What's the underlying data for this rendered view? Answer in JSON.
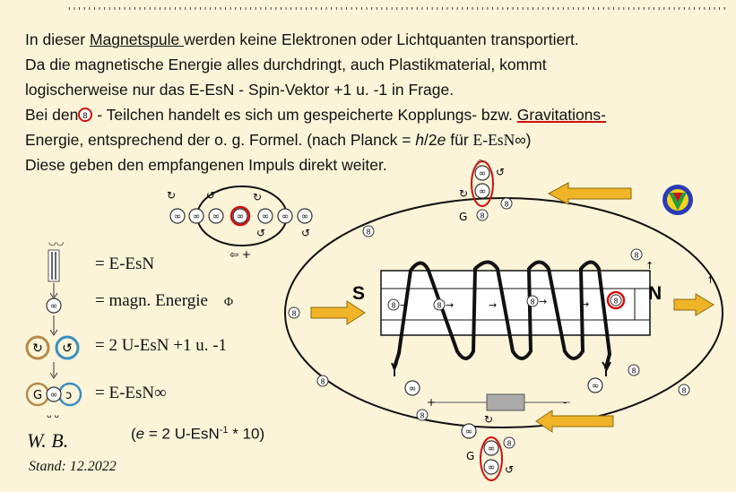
{
  "header_dots": "''''''''''''''''''''''''''''''''''''''''''''''''''''''''''''''''''''''''''''''''''''''''''''''''''''''''''''''''''''''''''''''''''''''''''''''''''''''''''''''''''''''''''''''''''''''''''''''''''''''''''''''''''''''''''''''''''''''''''''''''''''''''''''",
  "text": {
    "l1a": "In dieser ",
    "l1b": "Magnetspule ",
    "l1c": "werden keine Elektronen oder Lichtquanten transportiert.",
    "l2": "Da die magnetische Energie alles durchdringt, auch Plastikmaterial, kommt",
    "l3": "logischerweise nur das E-EsN - Spin-Vektor +1 u. -1 in Frage.",
    "l4a": "Bei den",
    "l4b": " - Teilchen handelt es sich um gespeicherte Kopplungs- bzw. ",
    "l4c": "Gravitations-",
    "l5a": "Energie, entsprechend der o. g. Formel. (nach Planck = ",
    "l5h": "h",
    "l5s": "/2",
    "l5e": "e",
    "l5f": " für ",
    "l5g": "E-EsN",
    "l5i": "∞)",
    "l6": "Diese geben den empfangenen Impuls direkt weiter."
  },
  "legend": {
    "row1": "=  E-EsN",
    "row2": "= magn. Energie",
    "row2_symbol": "Φ",
    "row3": "= 2 U-EsN +1 u. -1",
    "row4": "= E-EsN∞"
  },
  "coil": {
    "south": "S",
    "north": "N"
  },
  "formula": {
    "prefix": "(",
    "e": "e",
    "mid": " = 2 U-EsN",
    "sup": "-1",
    "suffix": " * 10)"
  },
  "signature": "W. B.",
  "stand": "Stand: 12.2022",
  "colors": {
    "background": "#fbf4d9",
    "red": "#d01010",
    "arrow": "#f0b428",
    "coil": "#111111"
  }
}
